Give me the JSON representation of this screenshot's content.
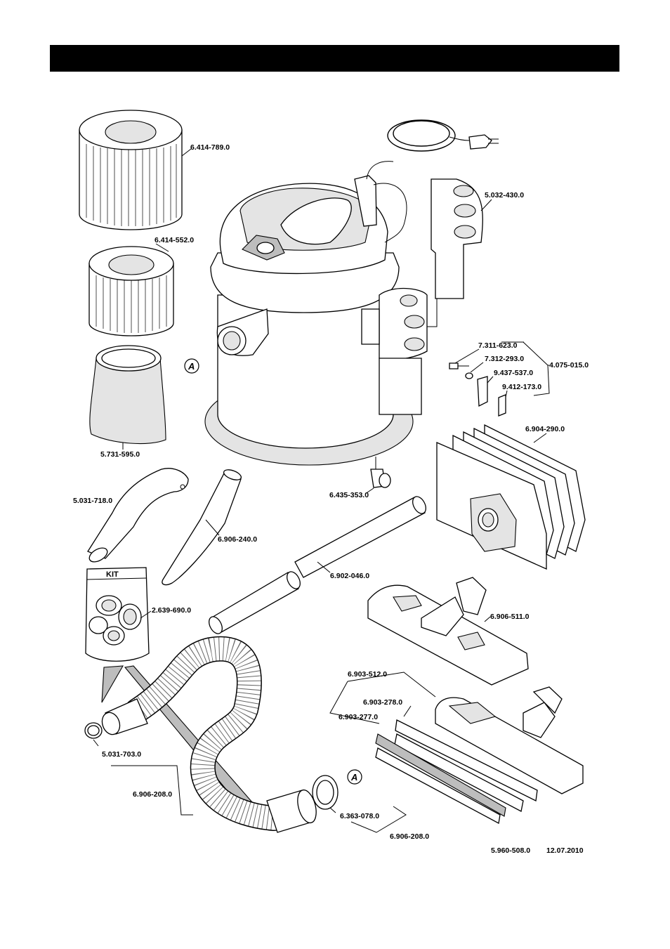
{
  "labels": {
    "filter_cartridge_large": "6.414-789.0",
    "filter_cartridge_small": "6.414-552.0",
    "filter_bag_cloth": "5.731-595.0",
    "accessory_holder": "5.032-430.0",
    "screw": "7.311-623.0",
    "washer": "7.312-293.0",
    "kit_set": "4.075-015.0",
    "clamp": "9.437-537.0",
    "clip": "9.412-173.0",
    "paper_bags": "6.904-290.0",
    "castor": "6.435-353.0",
    "bend": "5.031-718.0",
    "crevice_nozzle": "6.906-240.0",
    "suction_tubes": "6.902-046.0",
    "kit_adapter": "2.639-690.0",
    "floor_nozzle": "6.906-511.0",
    "wet_dry_nozzle": "6.903-512.0",
    "brush_strips": "6.903-278.0",
    "rubber_strips": "6.903-277.0",
    "hose_coupling": "5.031-703.0",
    "hose_assembly_left": "6.906-208.0",
    "seal_ring": "6.363-078.0",
    "hose_assembly_right": "6.906-208.0"
  },
  "callouts": {
    "a_on_tank": "A",
    "a_on_hose": "A"
  },
  "kit_label": "KIT",
  "footer": {
    "doc_number": "5.960-508.0",
    "date": "12.07.2010"
  }
}
